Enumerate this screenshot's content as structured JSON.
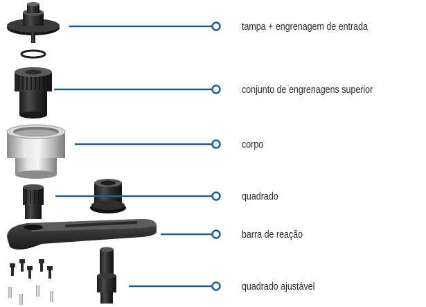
{
  "parts": [
    {
      "key": "tampa",
      "label": "tampa + engrenagem de entrada"
    },
    {
      "key": "conjunto",
      "label": "conjunto de engrenagens superior"
    },
    {
      "key": "corpo",
      "label": "corpo"
    },
    {
      "key": "quadrado",
      "label": "quadrado"
    },
    {
      "key": "barra",
      "label": "barra de reação"
    },
    {
      "key": "ajustavel",
      "label": "quadrado ajustável"
    }
  ],
  "colors": {
    "leader_line": "#1f5f94",
    "label_text": "#2b2b2b",
    "part_dark": "#2a2a2a",
    "part_silver": "#c8c8c8"
  }
}
